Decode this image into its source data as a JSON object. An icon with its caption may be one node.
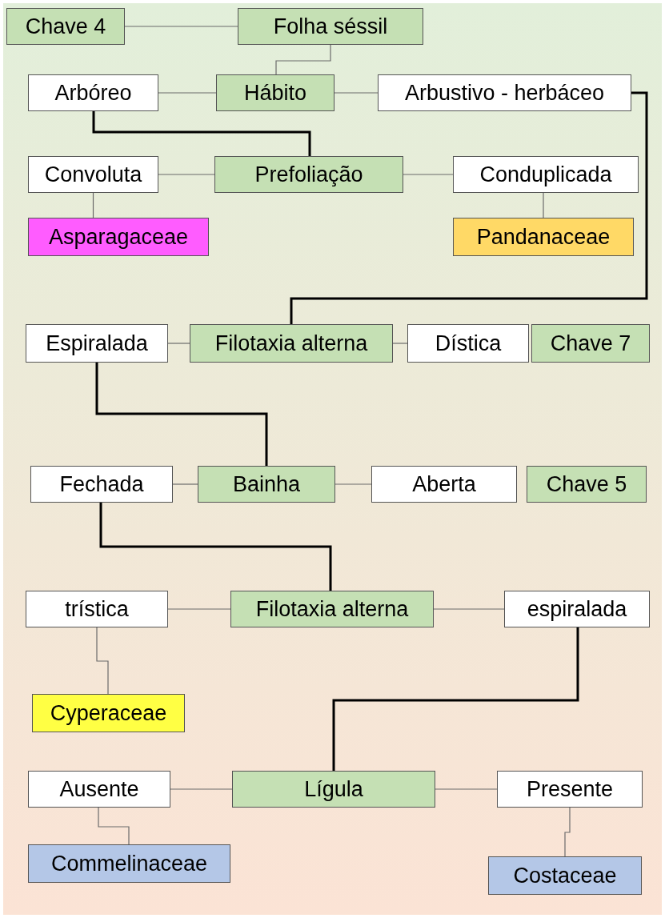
{
  "diagram": {
    "nodes": [
      {
        "text": [
          "Chave 4"
        ]
      },
      {
        "text": [
          "Folha séssil"
        ]
      },
      {
        "text": [
          "Arbóreo"
        ]
      },
      {
        "text": [
          "Hábito"
        ]
      },
      {
        "text": [
          "Arbustivo - herbáceo"
        ]
      },
      {
        "text": [
          "Convoluta"
        ]
      },
      {
        "text": [
          "Prefoliação"
        ]
      },
      {
        "text": [
          "Conduplicada"
        ]
      },
      {
        "text": [
          "Asparagaceae"
        ]
      },
      {
        "text": [
          "Pandanaceae"
        ]
      },
      {
        "text": [
          "Espiralada"
        ]
      },
      {
        "text": [
          "Filotaxia alterna"
        ]
      },
      {
        "text": [
          "Dística"
        ]
      },
      {
        "text": [
          "Chave 7"
        ]
      },
      {
        "text": [
          "Fechada"
        ]
      },
      {
        "text": [
          "Bainha"
        ]
      },
      {
        "text": [
          "Aberta"
        ]
      },
      {
        "text": [
          "Chave 5"
        ]
      },
      {
        "text": [
          "trística"
        ]
      },
      {
        "text": [
          "Filotaxia alterna"
        ]
      },
      {
        "text": [
          "espiralada"
        ]
      },
      {
        "text": [
          "Cyperaceae"
        ]
      },
      {
        "text": [
          "Ausente"
        ]
      },
      {
        "text": [
          "Lígula"
        ]
      },
      {
        "text": [
          "Presente"
        ]
      },
      {
        "text": [
          "Commelinaceae"
        ]
      },
      {
        "text": [
          "Costaceae"
        ]
      }
    ],
    "edges": [
      {
        "from": 0,
        "to": 1,
        "arrow": "none"
      },
      {
        "from": 1,
        "to": 3,
        "arrow": "none"
      },
      {
        "from": 2,
        "to": 3,
        "arrow": "none"
      },
      {
        "from": 3,
        "to": 4,
        "arrow": "none"
      },
      {
        "from": 2,
        "to": 6,
        "arrow": "none",
        "style": "thick",
        "color": "#000000"
      },
      {
        "from": 5,
        "to": 6,
        "arrow": "none"
      },
      {
        "from": 6,
        "to": 7,
        "arrow": "none"
      },
      {
        "from": 5,
        "to": 8,
        "arrow": "none"
      },
      {
        "from": 7,
        "to": 9,
        "arrow": "none"
      },
      {
        "from": 4,
        "to": 11,
        "arrow": "none",
        "style": "thick",
        "color": "#000000"
      },
      {
        "from": 10,
        "to": 11,
        "arrow": "none"
      },
      {
        "from": 11,
        "to": 12,
        "arrow": "none"
      },
      {
        "from": 10,
        "to": 15,
        "arrow": "none",
        "style": "thick",
        "color": "#000000"
      },
      {
        "from": 14,
        "to": 15,
        "arrow": "none"
      },
      {
        "from": 15,
        "to": 16,
        "arrow": "none"
      },
      {
        "from": 14,
        "to": 19,
        "arrow": "none",
        "style": "thick",
        "color": "#000000"
      },
      {
        "from": 18,
        "to": 19,
        "arrow": "none"
      },
      {
        "from": 19,
        "to": 20,
        "arrow": "none"
      },
      {
        "from": 18,
        "to": 21,
        "arrow": "none"
      },
      {
        "from": 20,
        "to": 23,
        "arrow": "none",
        "style": "thick",
        "color": "#000000"
      },
      {
        "from": 22,
        "to": 23,
        "arrow": "none"
      },
      {
        "from": 23,
        "to": 24,
        "arrow": "none"
      },
      {
        "from": 22,
        "to": 25,
        "arrow": "none"
      },
      {
        "from": 24,
        "to": 26,
        "arrow": "none"
      }
    ]
  }
}
